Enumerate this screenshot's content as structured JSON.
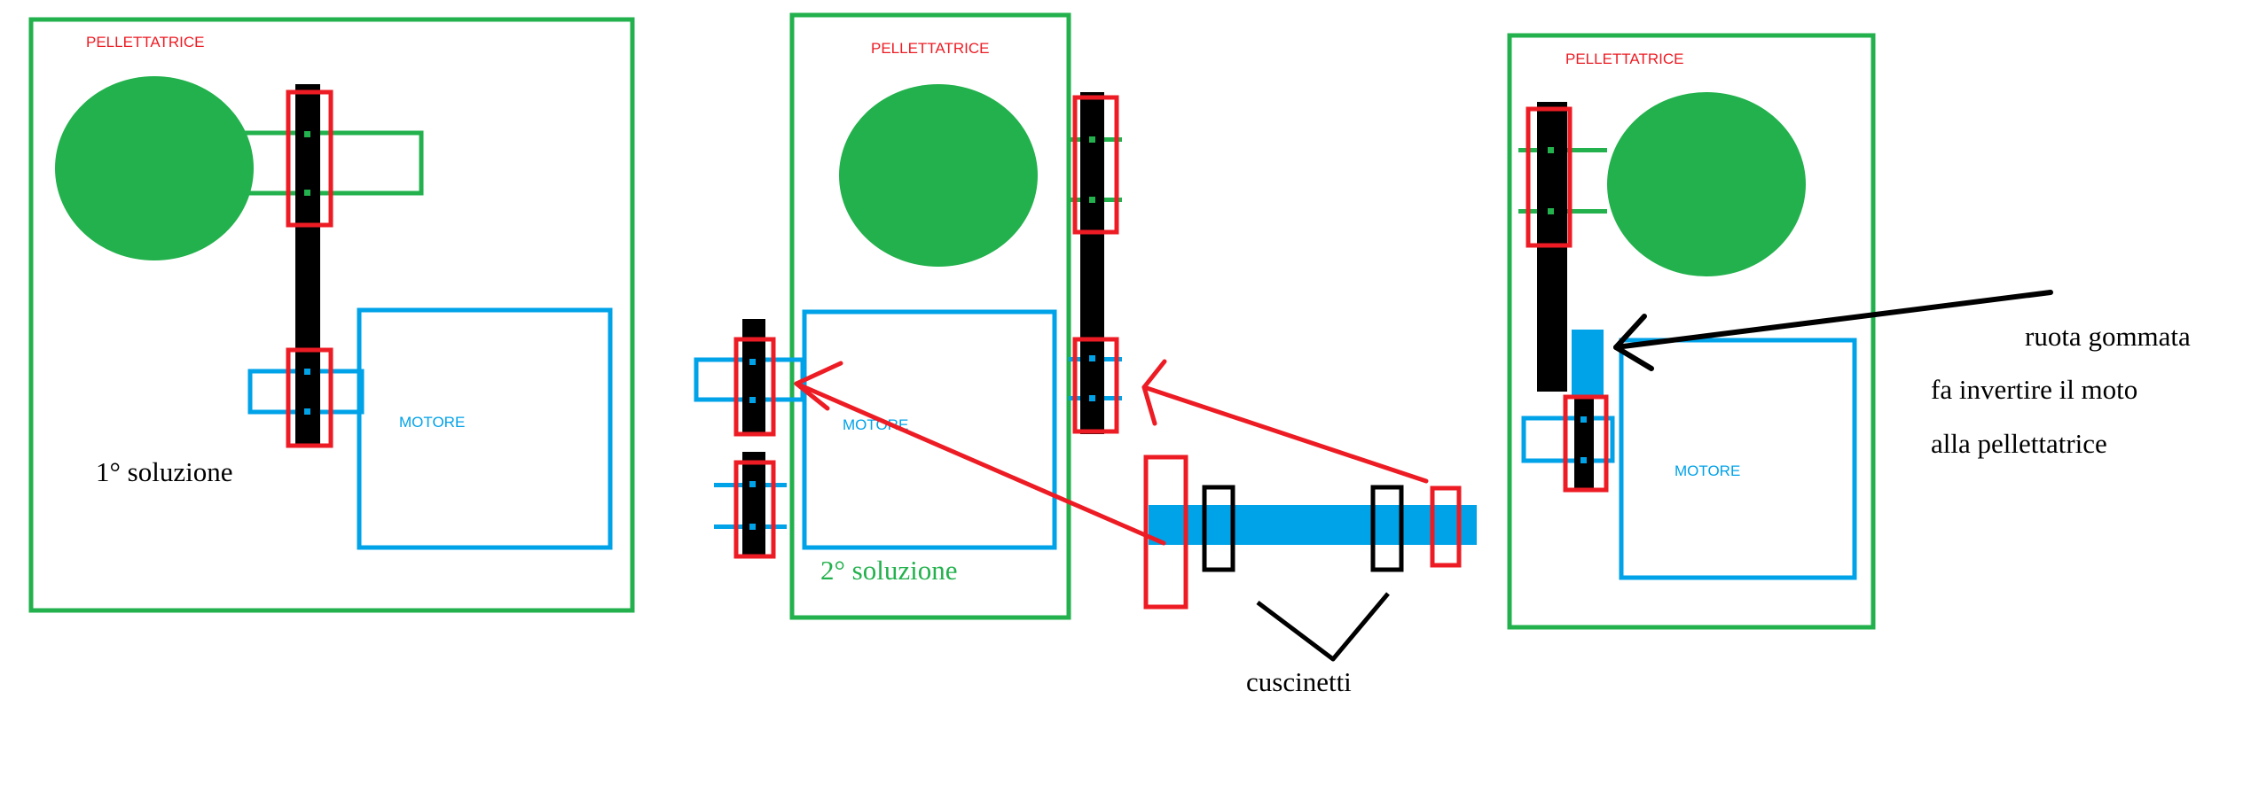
{
  "colors": {
    "green": "#22b14c",
    "blue": "#00a2e8",
    "red": "#ed1c24",
    "black": "#000000",
    "background": "#ffffff"
  },
  "panel1": {
    "machine_label": "PELLETTATRICE",
    "motor_label": "MOTORE",
    "caption": "1° soluzione"
  },
  "panel2": {
    "machine_label": "PELLETTATRICE",
    "motor_label": "MOTORE",
    "caption": "2° soluzione",
    "bearings_label": "cuscinetti"
  },
  "panel3": {
    "machine_label": "PELLETTATRICE",
    "motor_label": "MOTORE",
    "note_lines": [
      "ruota gommata",
      "fa invertire il moto",
      "alla pellettatrice"
    ]
  }
}
